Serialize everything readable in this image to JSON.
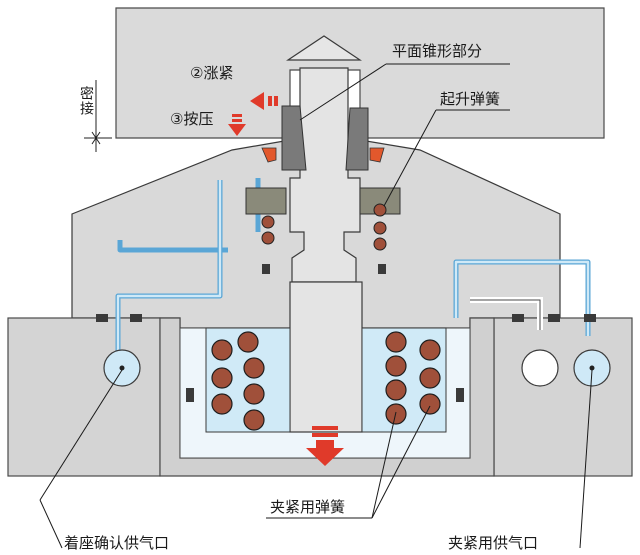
{
  "labels": {
    "flat_taper": "平面锥形部分",
    "expand": "②涨紧",
    "press": "③按压",
    "lift_spring": "起升弹簧",
    "seat_gap": "密接",
    "clamp_spring": "夹紧用弹簧",
    "seat_port": "着座确认供气口",
    "clamp_port": "夹紧用供气口"
  },
  "colors": {
    "body": "#d6d6d6",
    "outline": "#3a3a3a",
    "air": "#cfe9f7",
    "air_line": "#5aa6d6",
    "spring": "#a0503a",
    "arrow": "#e03a2a",
    "dark_part": "#6f6f6f"
  },
  "icons": [
    "arrow-left-icon",
    "arrow-down-icon",
    "arrow-down-large-icon"
  ]
}
